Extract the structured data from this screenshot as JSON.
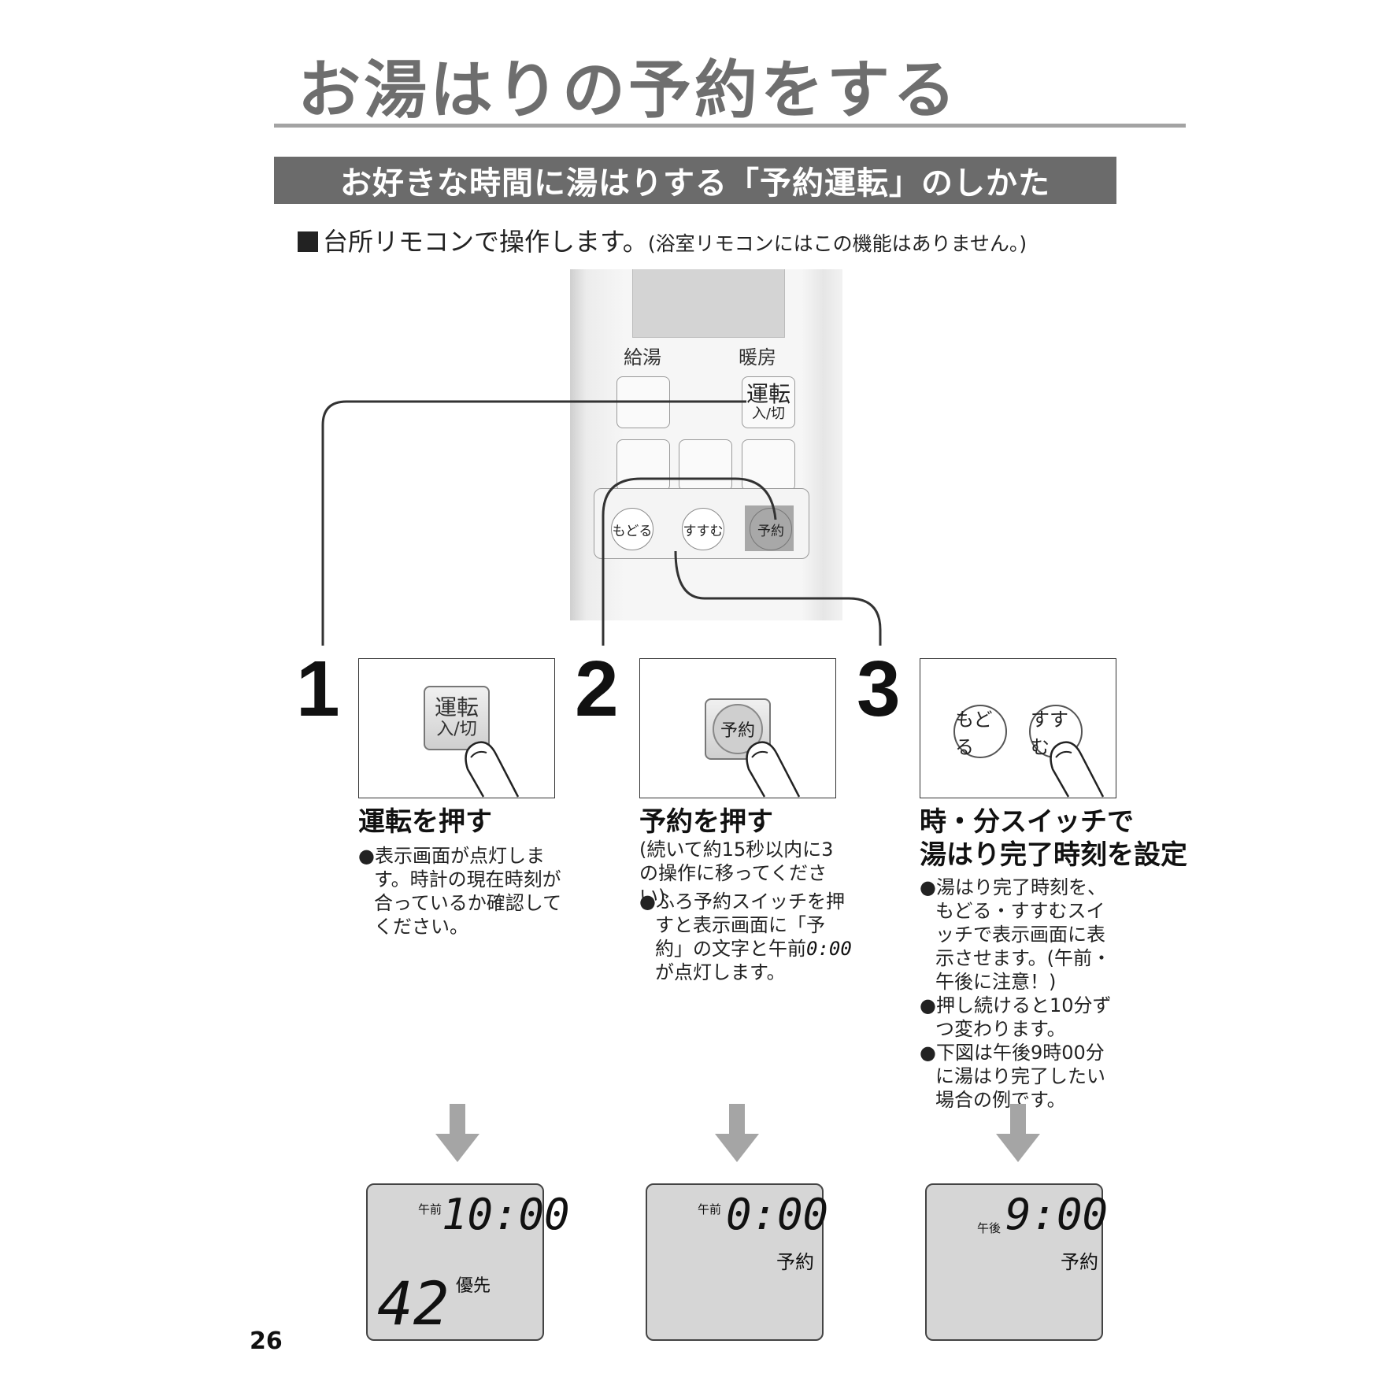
{
  "page": {
    "title": "お湯はりの予約をする",
    "section_heading": "お好きな時間に湯はりする「予約運転」のしかた",
    "note_main": "台所リモコンで操作します。",
    "note_sub": "(浴室リモコンにはこの機能はありません。)",
    "page_number": "26"
  },
  "remote": {
    "label_kyuto": "給湯",
    "label_danbo": "暖房",
    "unten_top": "運転",
    "unten_bottom": "入/切",
    "modoru": "もどる",
    "susumu": "すすむ",
    "yoyaku": "予約"
  },
  "steps": [
    {
      "number": "1",
      "key_top": "運転",
      "key_bottom": "入/切",
      "title": "運転を押す",
      "bullets": [
        "●表示画面が点灯します。時計の現在時刻が合っているか確認してください。"
      ]
    },
    {
      "number": "2",
      "key_label": "予約",
      "title": "予約を押す",
      "subnote": "(続いて約15秒以内に3の操作に移ってください)",
      "bullet_prefix": "●ふろ予約スイッチを押すと表示画面に「予約」の文字と午前",
      "bullet_time": "0:00",
      "bullet_suffix": "が点灯します。"
    },
    {
      "number": "3",
      "key_left": "もどる",
      "key_right": "すすむ",
      "title_line1": "時・分スイッチで",
      "title_line2": "湯はり完了時刻を設定",
      "bullets": [
        "●湯はり完了時刻を、もどる・すすむスイッチで表示画面に表示させます。(午前・午後に注意！)",
        "●押し続けると10分ずつ変わります。",
        "●下図は午後9時00分に湯はり完了したい場合の例です。"
      ]
    }
  ],
  "displays": [
    {
      "ampm": "午前",
      "time": "10:00",
      "temp": "42",
      "badge": "優先"
    },
    {
      "ampm": "午前",
      "time": "0:00",
      "label": "予約"
    },
    {
      "ampm": "午後",
      "time": "9:00",
      "label": "予約"
    }
  ]
}
